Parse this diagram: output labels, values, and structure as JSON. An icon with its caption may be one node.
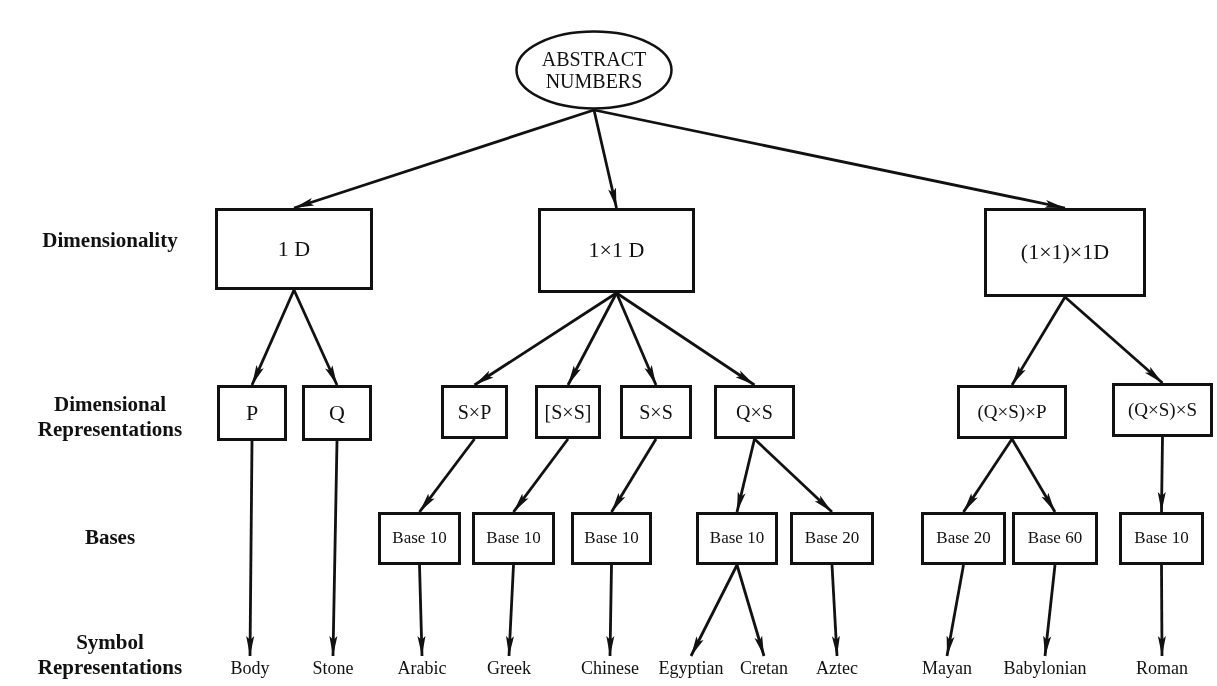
{
  "diagram": {
    "nodes": [
      {
        "text": [
          "ABSTRACT NUMBERS"
        ]
      },
      {
        "text": [
          "1 D"
        ]
      },
      {
        "text": [
          "1×1 D"
        ]
      },
      {
        "text": [
          "(1×1)×1D"
        ]
      },
      {
        "text": [
          "P"
        ]
      },
      {
        "text": [
          "Q"
        ]
      },
      {
        "text": [
          "S×P"
        ]
      },
      {
        "text": [
          "[S×S]"
        ]
      },
      {
        "text": [
          "S×S"
        ]
      },
      {
        "text": [
          "Q×S"
        ]
      },
      {
        "text": [
          "(Q×S)×P"
        ]
      },
      {
        "text": [
          "(Q×S)×S"
        ]
      },
      {
        "text": [
          "Base 10"
        ]
      },
      {
        "text": [
          "Base 10"
        ]
      },
      {
        "text": [
          "Base 10"
        ]
      },
      {
        "text": [
          "Base 10"
        ]
      },
      {
        "text": [
          "Base 20"
        ]
      },
      {
        "text": [
          "Base 20"
        ]
      },
      {
        "text": [
          "Base 60"
        ]
      },
      {
        "text": [
          "Base 10"
        ]
      },
      {
        "text": [
          "Body"
        ]
      },
      {
        "text": [
          "Stone"
        ]
      },
      {
        "text": [
          "Arabic"
        ]
      },
      {
        "text": [
          "Greek"
        ]
      },
      {
        "text": [
          "Chinese"
        ]
      },
      {
        "text": [
          "Egyptian"
        ]
      },
      {
        "text": [
          "Cretan"
        ]
      },
      {
        "text": [
          "Aztec"
        ]
      },
      {
        "text": [
          "Mayan"
        ]
      },
      {
        "text": [
          "Babylonian"
        ]
      },
      {
        "text": [
          "Roman"
        ]
      }
    ],
    "edges": [
      {
        "from": 0,
        "to": 1,
        "arrow": "to"
      },
      {
        "from": 0,
        "to": 2,
        "arrow": "to"
      },
      {
        "from": 0,
        "to": 3,
        "arrow": "to"
      },
      {
        "from": 1,
        "to": 4,
        "arrow": "to"
      },
      {
        "from": 1,
        "to": 5,
        "arrow": "to"
      },
      {
        "from": 2,
        "to": 6,
        "arrow": "to"
      },
      {
        "from": 2,
        "to": 7,
        "arrow": "to"
      },
      {
        "from": 2,
        "to": 8,
        "arrow": "to"
      },
      {
        "from": 2,
        "to": 9,
        "arrow": "to"
      },
      {
        "from": 3,
        "to": 10,
        "arrow": "to"
      },
      {
        "from": 3,
        "to": 11,
        "arrow": "to"
      },
      {
        "from": 6,
        "to": 12,
        "arrow": "to"
      },
      {
        "from": 7,
        "to": 13,
        "arrow": "to"
      },
      {
        "from": 8,
        "to": 14,
        "arrow": "to"
      },
      {
        "from": 9,
        "to": 15,
        "arrow": "to"
      },
      {
        "from": 9,
        "to": 16,
        "arrow": "to"
      },
      {
        "from": 10,
        "to": 17,
        "arrow": "to"
      },
      {
        "from": 10,
        "to": 18,
        "arrow": "to"
      },
      {
        "from": 11,
        "to": 19,
        "arrow": "to"
      },
      {
        "from": 4,
        "to": 20,
        "arrow": "to"
      },
      {
        "from": 5,
        "to": 21,
        "arrow": "to"
      },
      {
        "from": 12,
        "to": 22,
        "arrow": "to"
      },
      {
        "from": 13,
        "to": 23,
        "arrow": "to"
      },
      {
        "from": 14,
        "to": 24,
        "arrow": "to"
      },
      {
        "from": 15,
        "to": 25,
        "arrow": "to"
      },
      {
        "from": 15,
        "to": 26,
        "arrow": "to"
      },
      {
        "from": 16,
        "to": 27,
        "arrow": "to"
      },
      {
        "from": 17,
        "to": 28,
        "arrow": "to"
      },
      {
        "from": 18,
        "to": 29,
        "arrow": "to"
      },
      {
        "from": 19,
        "to": 30,
        "arrow": "to"
      }
    ],
    "labels": [
      "Dimensionality",
      "Dimensional Representations",
      "Bases",
      "Symbol Representations"
    ]
  }
}
